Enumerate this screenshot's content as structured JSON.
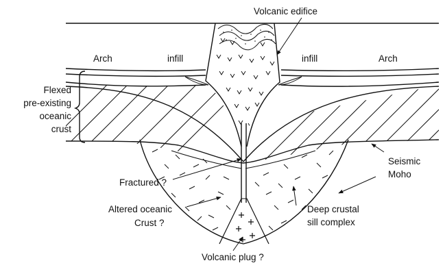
{
  "labels": {
    "volcanic_edifice": "Volcanic edifice",
    "arch_left": "Arch",
    "infill_left": "infill",
    "infill_right": "infill",
    "arch_right": "Arch",
    "flexed_1": "Flexed",
    "flexed_2": "pre-existing",
    "flexed_3": "oceanic",
    "flexed_4": "crust",
    "seismic_1": "Seismic",
    "seismic_2": "Moho",
    "fractured": "Fractured ?",
    "altered_1": "Altered oceanic",
    "altered_2": "Crust ?",
    "deep_1": "Deep crustal",
    "deep_2": "sill complex",
    "plug": "Volcanic plug ?"
  }
}
